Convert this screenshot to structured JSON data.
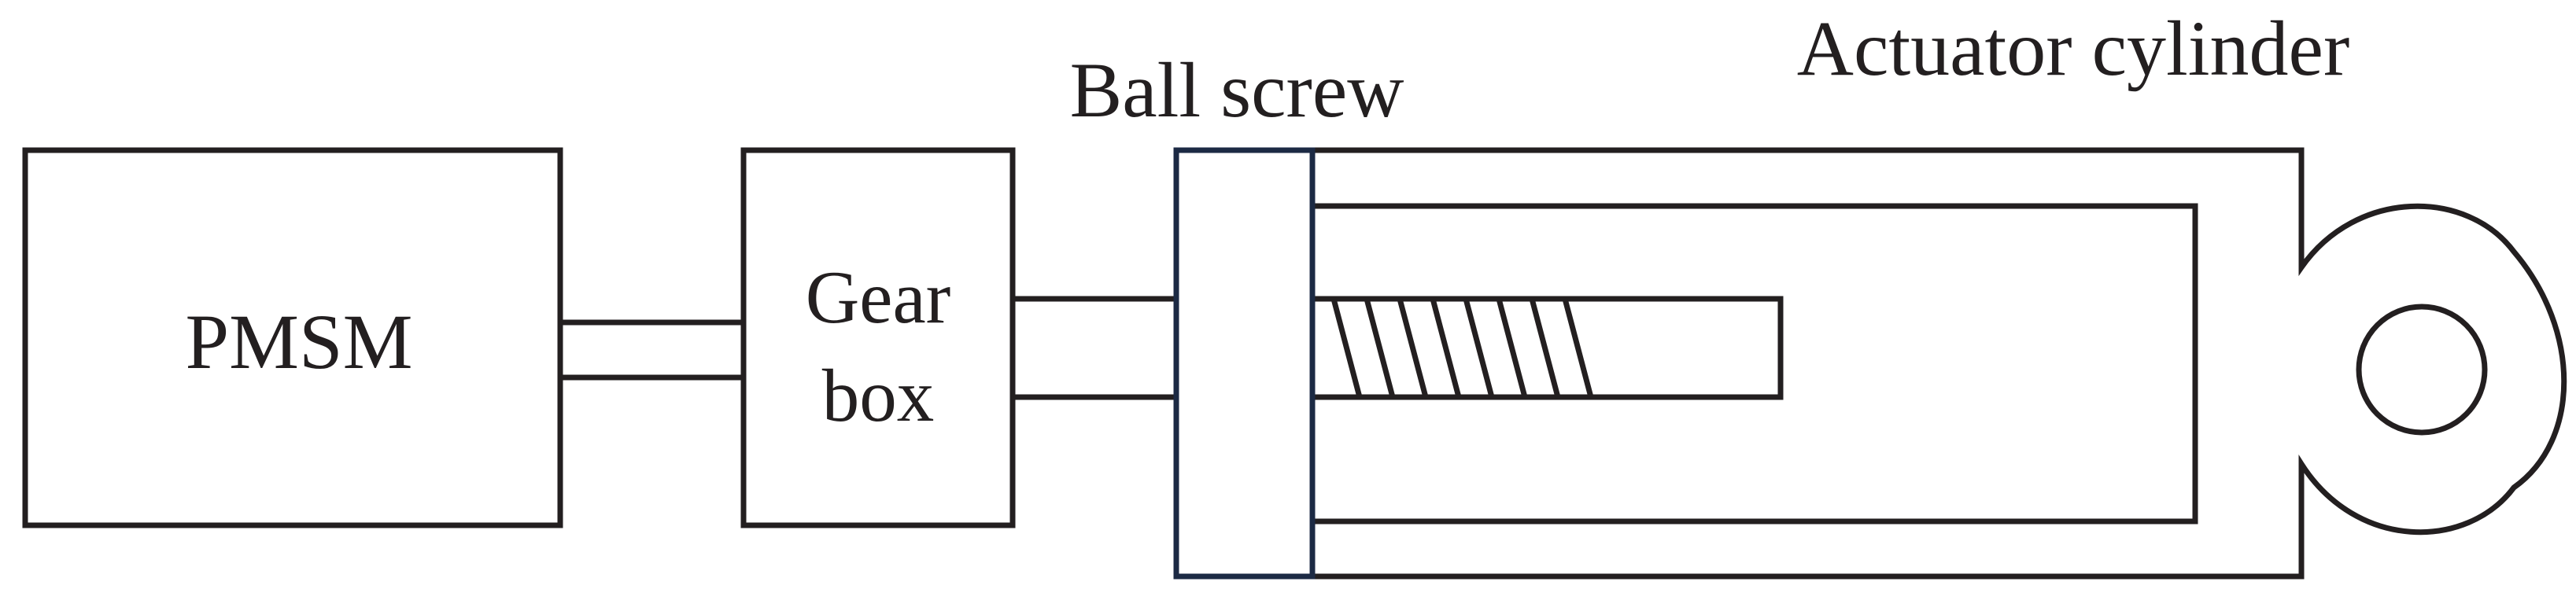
{
  "labels": {
    "pmsm": "PMSM",
    "gearbox_line1": "Gear",
    "gearbox_line2": "box",
    "ball_screw": "Ball screw",
    "actuator_cylinder": "Actuator cylinder"
  },
  "colors": {
    "stroke": "#231f20",
    "ball_screw_nut": "#1c2a44",
    "background": "#ffffff"
  }
}
